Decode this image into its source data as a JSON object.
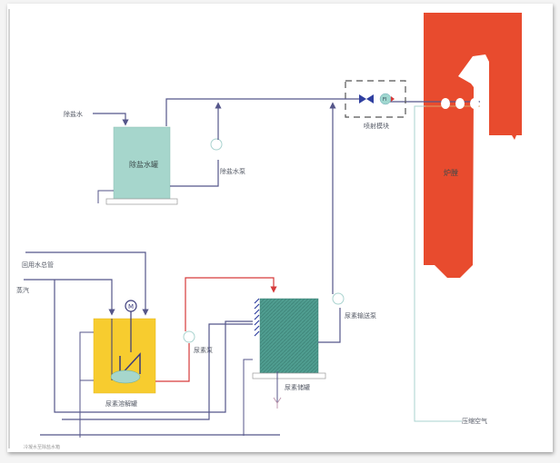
{
  "diagram": {
    "title": "SNCR urea injection process flow",
    "colors": {
      "pipe": "#55568a",
      "hot_pipe": "#d63a3a",
      "furnace": "#e84b2e",
      "demin_tank": "#a6d6cc",
      "dissolve_tank": "#f7cc2f",
      "storage_tank": "#4f9d90",
      "air_line": "#a9d3cf"
    },
    "labels": {
      "demin_water_in": "除盐水",
      "demin_tank": "除盐水罐",
      "demin_pump": "除盐水泵",
      "injection_module": "喷射模块",
      "furnace": "炉膛",
      "recycle_water": "回用水总管",
      "steam": "蒸汽",
      "motor": "M",
      "dissolve_tank": "尿素溶解罐",
      "urea_pump": "尿素泵",
      "storage_tank": "尿素储罐",
      "transfer_pump": "尿素输送泵",
      "compressed_air": "压缩空气",
      "condensate": "冷凝水至除盐水箱",
      "meter": "FI"
    }
  }
}
